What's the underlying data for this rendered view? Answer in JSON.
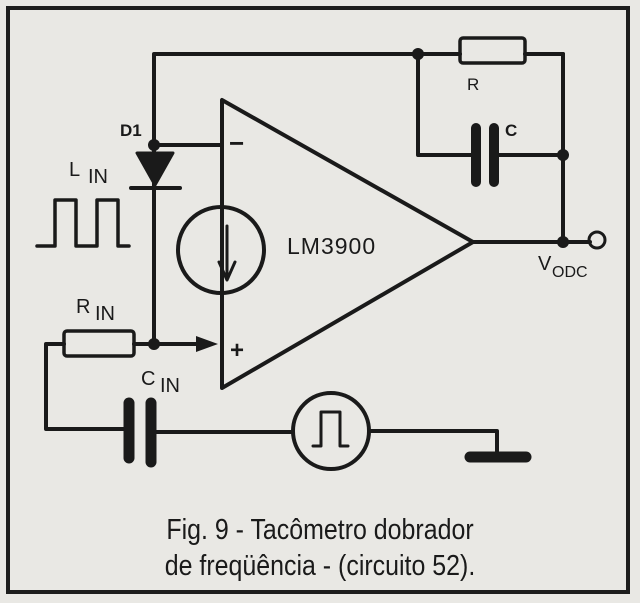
{
  "labels": {
    "d1": "D1",
    "r": "R",
    "c": "C",
    "lin_main": "L",
    "lin_sub": "IN",
    "rin_main": "R",
    "rin_sub": "IN",
    "cin_main": "C",
    "cin_sub": "IN",
    "opamp": "LM3900",
    "minus": "−",
    "plus": "+",
    "vout_main": "V",
    "vout_sub": "ODC"
  },
  "caption": {
    "line1": "Fig. 9 - Tacômetro dobrador",
    "line2": "de freqüência - (circuito 52)."
  }
}
